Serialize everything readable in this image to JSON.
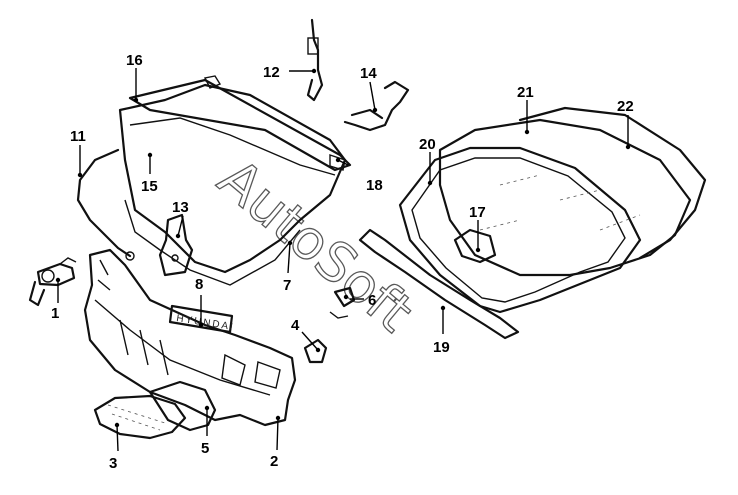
{
  "callouts": [
    "1",
    "2",
    "3",
    "4",
    "5",
    "6",
    "7",
    "8",
    "11",
    "12",
    "13",
    "14",
    "15",
    "16",
    "17",
    "18",
    "19",
    "20",
    "21",
    "22"
  ],
  "badge_text": "HYUNDAI",
  "watermark": "AutoSoft"
}
